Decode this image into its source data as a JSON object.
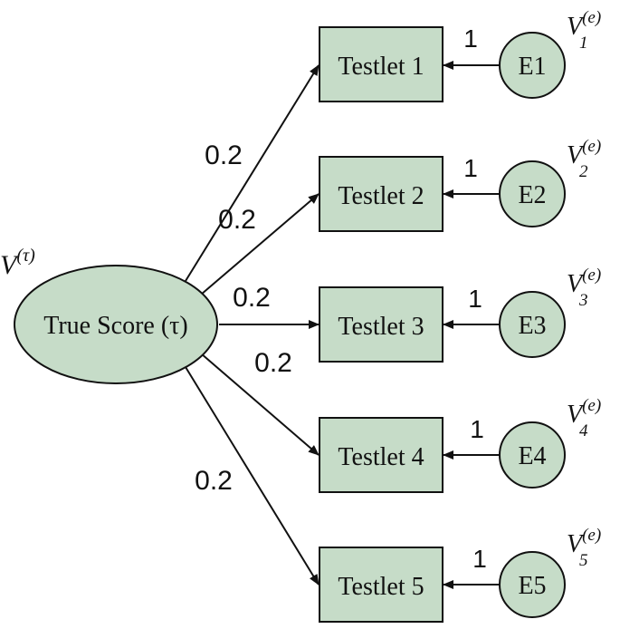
{
  "colors": {
    "fill": "#c6dcc8",
    "stroke": "#111111",
    "text": "#111111"
  },
  "latent": {
    "label": "True Score (τ)",
    "variance_label": "V",
    "variance_sup": "(τ)"
  },
  "testlets": [
    {
      "label": "Testlet 1",
      "loading": "0.2",
      "error": "E1",
      "error_loading": "1",
      "var_label": "V",
      "var_sub": "1",
      "var_sup": "(e)"
    },
    {
      "label": "Testlet 2",
      "loading": "0.2",
      "error": "E2",
      "error_loading": "1",
      "var_label": "V",
      "var_sub": "2",
      "var_sup": "(e)"
    },
    {
      "label": "Testlet 3",
      "loading": "0.2",
      "error": "E3",
      "error_loading": "1",
      "var_label": "V",
      "var_sub": "3",
      "var_sup": "(e)"
    },
    {
      "label": "Testlet 4",
      "loading": "0.2",
      "error": "E4",
      "error_loading": "1",
      "var_label": "V",
      "var_sub": "4",
      "var_sup": "(e)"
    },
    {
      "label": "Testlet 5",
      "loading": "0.2",
      "error": "E5",
      "error_loading": "1",
      "var_label": "V",
      "var_sub": "5",
      "var_sup": "(e)"
    }
  ]
}
